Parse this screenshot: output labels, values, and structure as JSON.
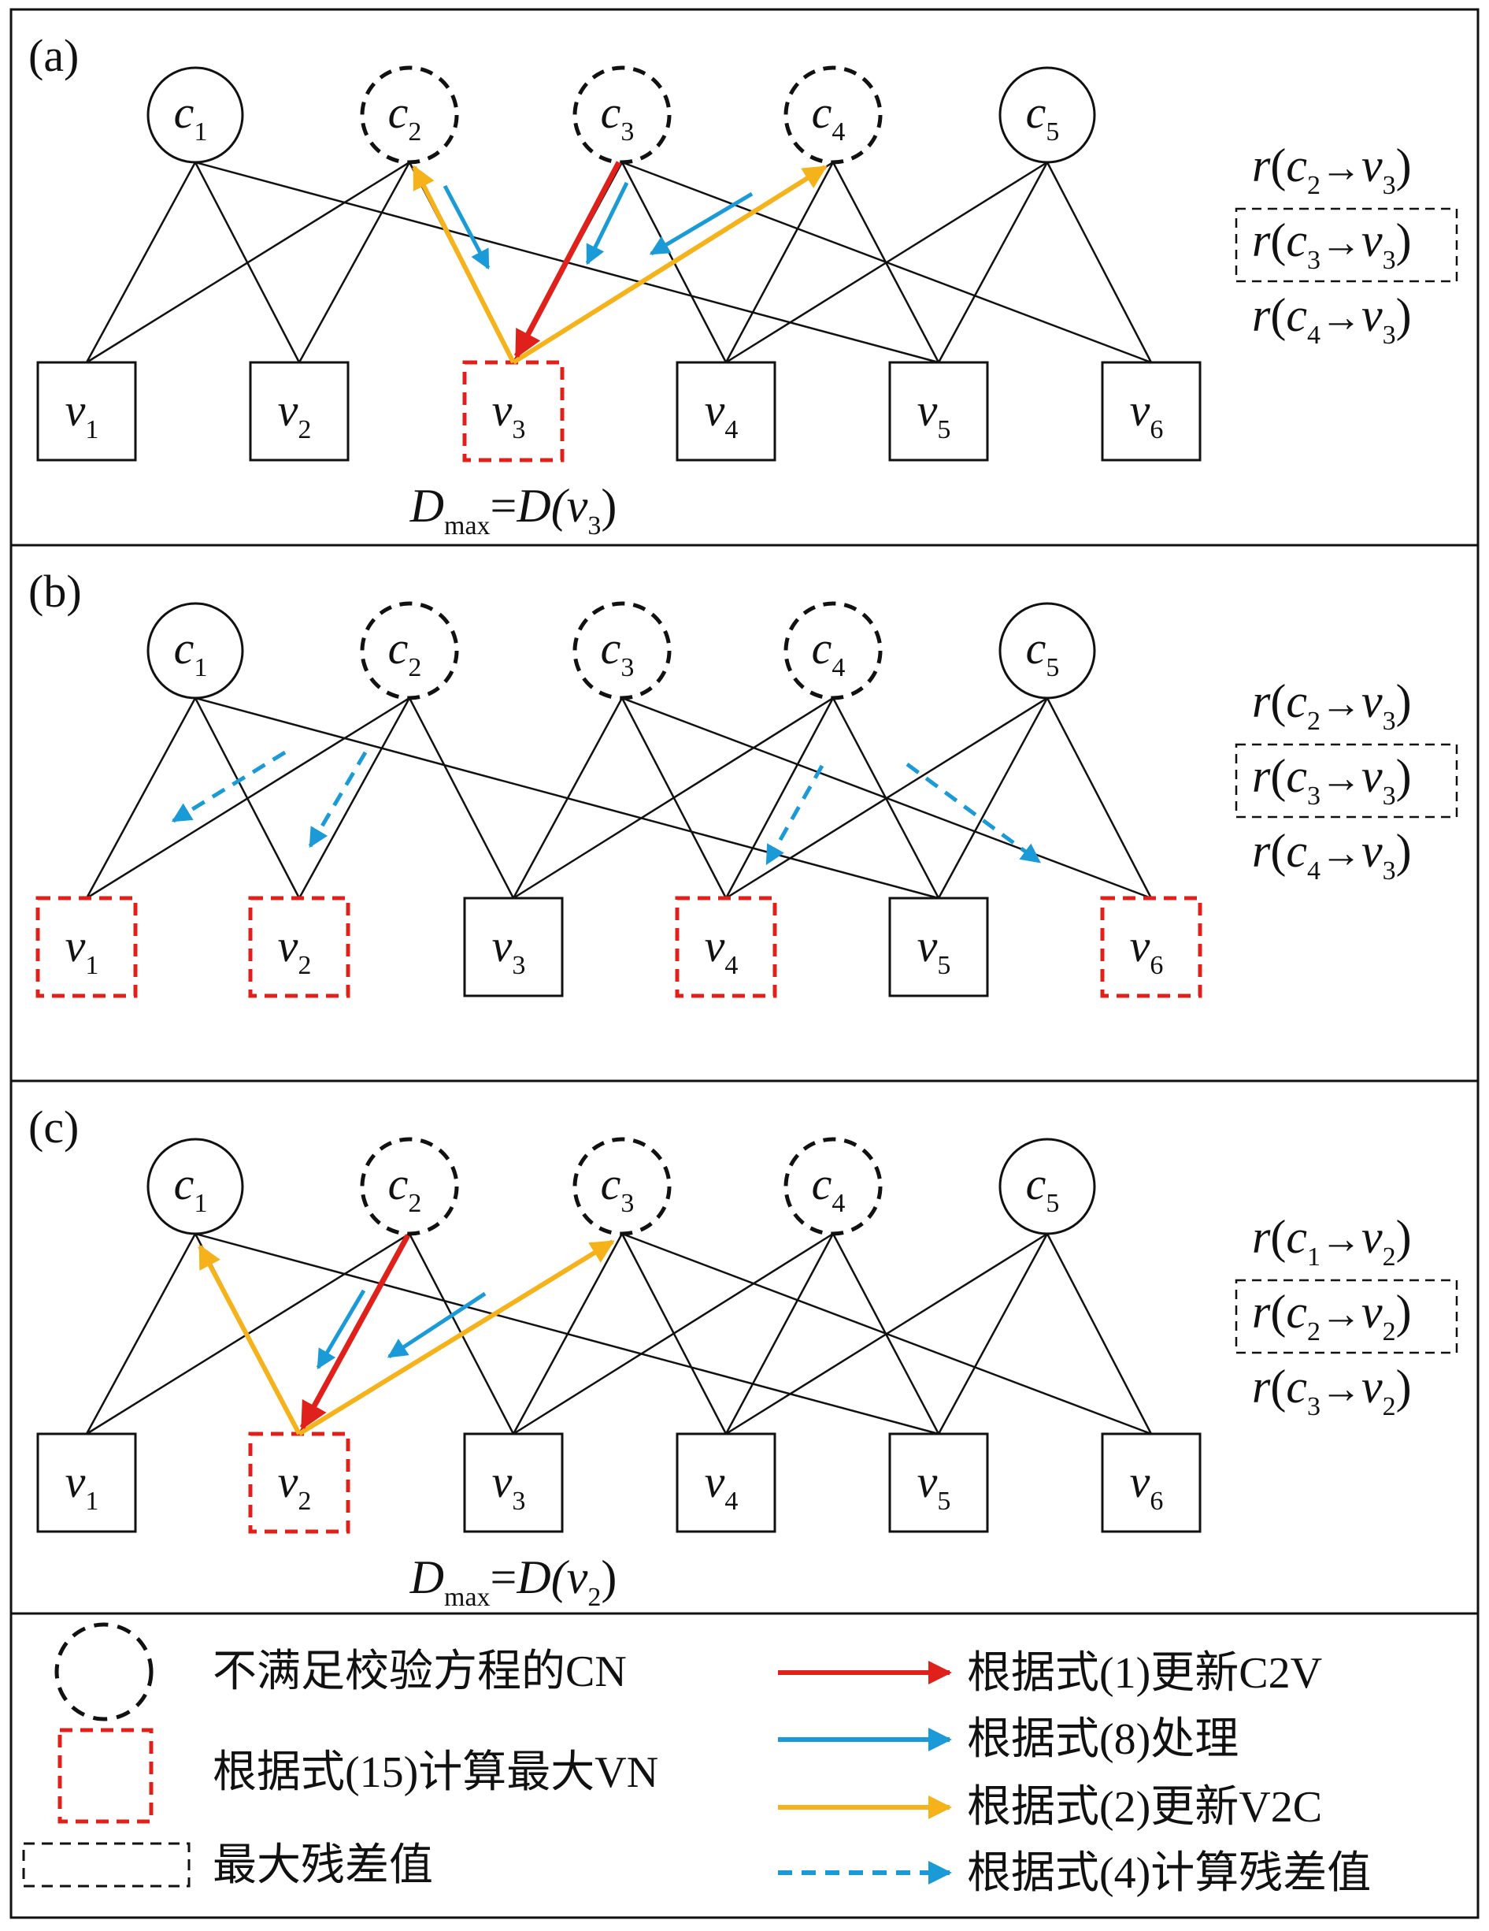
{
  "colors": {
    "red": "#e0201b",
    "blue": "#1a9ad6",
    "orange": "#f6b21a",
    "black": "#111111",
    "dashed_red_box": "#e0201b"
  },
  "panels": [
    {
      "label": "(a)",
      "check_nodes": [
        {
          "sym": "c",
          "sub": "1",
          "unsatisfied": false
        },
        {
          "sym": "c",
          "sub": "2",
          "unsatisfied": true
        },
        {
          "sym": "c",
          "sub": "3",
          "unsatisfied": true
        },
        {
          "sym": "c",
          "sub": "4",
          "unsatisfied": true
        },
        {
          "sym": "c",
          "sub": "5",
          "unsatisfied": false
        }
      ],
      "variable_nodes": [
        {
          "sym": "v",
          "sub": "1",
          "max": false
        },
        {
          "sym": "v",
          "sub": "2",
          "max": false
        },
        {
          "sym": "v",
          "sub": "3",
          "max": true
        },
        {
          "sym": "v",
          "sub": "4",
          "max": false
        },
        {
          "sym": "v",
          "sub": "5",
          "max": false
        },
        {
          "sym": "v",
          "sub": "6",
          "max": false
        }
      ],
      "residuals": [
        {
          "c": "2",
          "v": "3",
          "boxed": false
        },
        {
          "c": "3",
          "v": "3",
          "boxed": true
        },
        {
          "c": "4",
          "v": "3",
          "boxed": false
        }
      ],
      "dmax": {
        "shown": true,
        "v": "3"
      }
    },
    {
      "label": "(b)",
      "check_nodes": [
        {
          "sym": "c",
          "sub": "1",
          "unsatisfied": false
        },
        {
          "sym": "c",
          "sub": "2",
          "unsatisfied": true
        },
        {
          "sym": "c",
          "sub": "3",
          "unsatisfied": true
        },
        {
          "sym": "c",
          "sub": "4",
          "unsatisfied": true
        },
        {
          "sym": "c",
          "sub": "5",
          "unsatisfied": false
        }
      ],
      "variable_nodes": [
        {
          "sym": "v",
          "sub": "1",
          "max": true
        },
        {
          "sym": "v",
          "sub": "2",
          "max": true
        },
        {
          "sym": "v",
          "sub": "3",
          "max": false
        },
        {
          "sym": "v",
          "sub": "4",
          "max": true
        },
        {
          "sym": "v",
          "sub": "5",
          "max": false
        },
        {
          "sym": "v",
          "sub": "6",
          "max": true
        }
      ],
      "residuals": [
        {
          "c": "2",
          "v": "3",
          "boxed": false
        },
        {
          "c": "3",
          "v": "3",
          "boxed": true
        },
        {
          "c": "4",
          "v": "3",
          "boxed": false
        }
      ],
      "dmax": {
        "shown": false,
        "v": ""
      }
    },
    {
      "label": "(c)",
      "check_nodes": [
        {
          "sym": "c",
          "sub": "1",
          "unsatisfied": false
        },
        {
          "sym": "c",
          "sub": "2",
          "unsatisfied": true
        },
        {
          "sym": "c",
          "sub": "3",
          "unsatisfied": true
        },
        {
          "sym": "c",
          "sub": "4",
          "unsatisfied": true
        },
        {
          "sym": "c",
          "sub": "5",
          "unsatisfied": false
        }
      ],
      "variable_nodes": [
        {
          "sym": "v",
          "sub": "1",
          "max": false
        },
        {
          "sym": "v",
          "sub": "2",
          "max": true
        },
        {
          "sym": "v",
          "sub": "3",
          "max": false
        },
        {
          "sym": "v",
          "sub": "4",
          "max": false
        },
        {
          "sym": "v",
          "sub": "5",
          "max": false
        },
        {
          "sym": "v",
          "sub": "6",
          "max": false
        }
      ],
      "residuals": [
        {
          "c": "1",
          "v": "2",
          "boxed": false
        },
        {
          "c": "2",
          "v": "2",
          "boxed": true
        },
        {
          "c": "3",
          "v": "2",
          "boxed": false
        }
      ],
      "dmax": {
        "shown": true,
        "v": "2"
      }
    }
  ],
  "dmax_text": {
    "D": "D",
    "sub": "max",
    "eq": "=",
    "rhs_prefix": "D(",
    "v": "v",
    "rhs_suffix": ")"
  },
  "residual_text": {
    "r": "r",
    "open": "(",
    "c": "c",
    "arrow": "→",
    "v": "v",
    "close": ")"
  },
  "legend": {
    "unsatisfied_cn": "不满足校验方程的CN",
    "max_vn": "根据式(15)计算最大VN",
    "max_residual": "最大残差值",
    "red_arrow": "根据式(1)更新C2V",
    "blue_arrow": "根据式(8)处理",
    "orange_arrow": "根据式(2)更新V2C",
    "dashed_blue_arrow": "根据式(4)计算残差值"
  }
}
